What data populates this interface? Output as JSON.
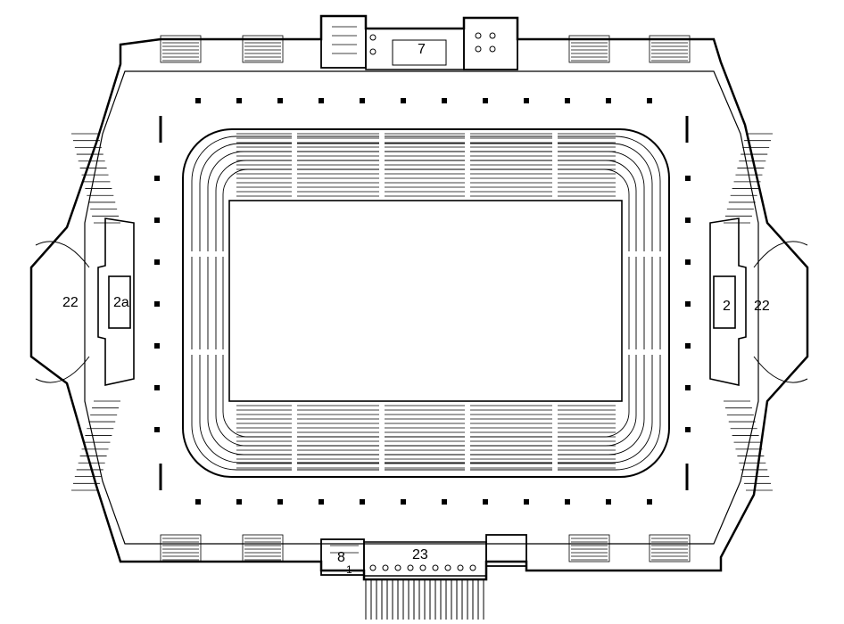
{
  "labels": {
    "room_top": "7",
    "room_bottom_center": "23",
    "room_bottom_left": "8",
    "room_bottom_left_sub": "1",
    "west_entrance": "22",
    "west_core": "2a",
    "east_entrance": "22",
    "east_core": "2"
  },
  "colors": {
    "ink": "#000000",
    "paper": "#ffffff"
  }
}
